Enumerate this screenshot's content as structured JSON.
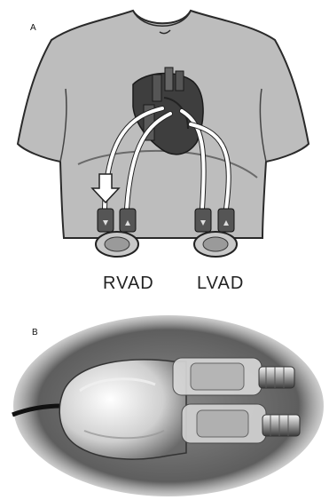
{
  "panels": {
    "a_label": "A",
    "b_label": "B"
  },
  "devices": {
    "rvad": "RVAD",
    "lvad": "LVAD"
  },
  "icons": [
    "heart-icon",
    "flow-arrow-icon"
  ],
  "colors": {
    "shirt": "#bdbdbd",
    "outline": "#2a2a2a",
    "heart": "#4a4a4a",
    "cannula": "#ffffff",
    "photo_bg": "#6e6e6e"
  }
}
